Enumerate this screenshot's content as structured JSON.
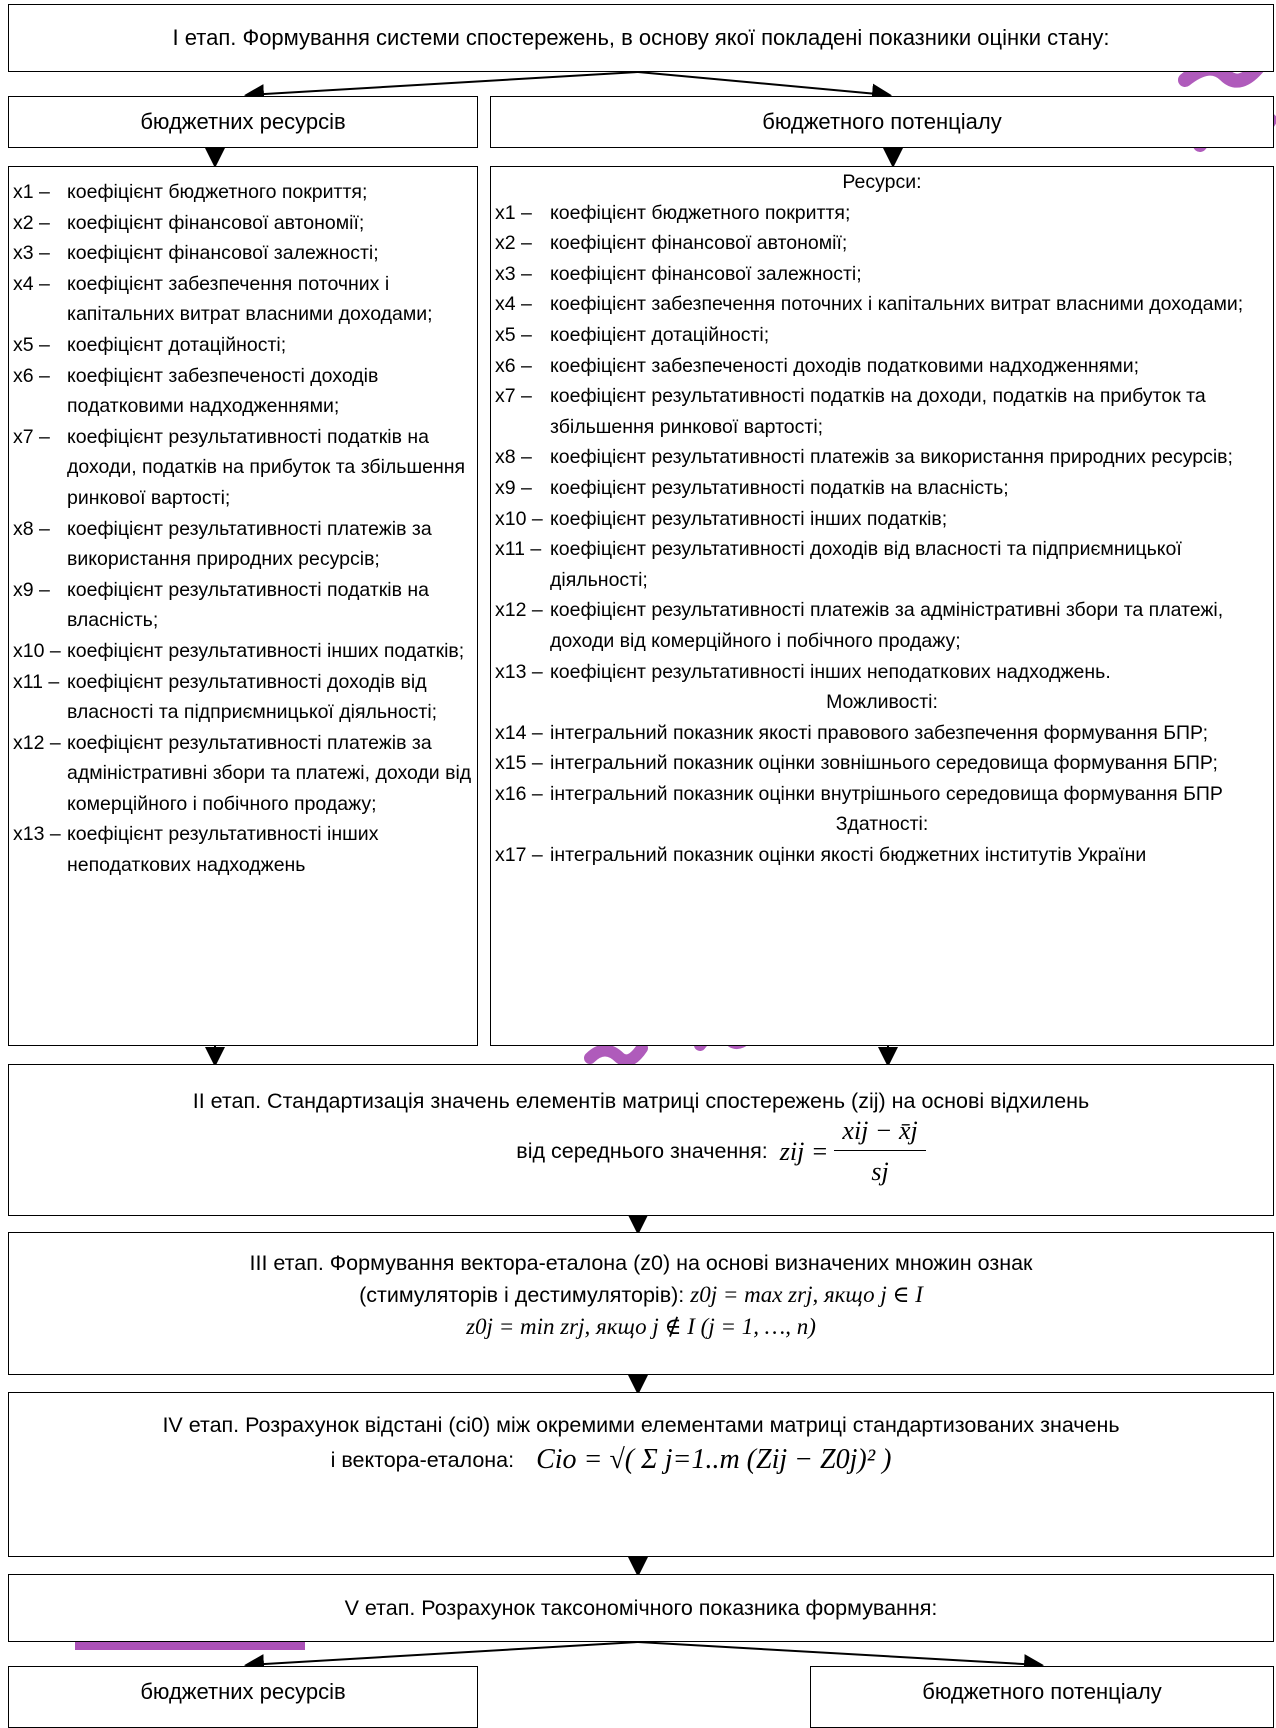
{
  "stage1": {
    "title": "І етап. Формування системи спостережень, в основу якої покладені показники оцінки стану:",
    "left_header": "бюджетних ресурсів",
    "right_header": "бюджетного потенціалу"
  },
  "left_list": [
    {
      "key": "x1 –",
      "text": "коефіцієнт  бюджетного покриття;"
    },
    {
      "key": "x2 –",
      "text": "коефіцієнт фінансової автономії;"
    },
    {
      "key": "x3 –",
      "text": "коефіцієнт фінансової залежності;"
    },
    {
      "key": "x4 –",
      "text": "коефіцієнт забезпечення поточних і капітальних витрат власними доходами;"
    },
    {
      "key": "x5 –",
      "text": "коефіцієнт дотаційності;"
    },
    {
      "key": "x6 –",
      "text": "коефіцієнт  забезпеченості доходів податковими надходженнями;"
    },
    {
      "key": "x7 –",
      "text": "коефіцієнт результативності податків на доходи, податків на прибуток та збільшення ринкової вартості;"
    },
    {
      "key": "x8 –",
      "text": "коефіцієнт результативності платежів за використання природних ресурсів;"
    },
    {
      "key": "x9 –",
      "text": "коефіцієнт результативності податків на власність;"
    },
    {
      "key": "x10 –",
      "text": "коефіцієнт результативності інших податків;"
    },
    {
      "key": "x11 –",
      "text": "коефіцієнт результативності  доходів від власності та підприємницької діяльності;"
    },
    {
      "key": "x12 –",
      "text": "коефіцієнт результативності платежів за адміністративні збори та платежі, доходи від комерційного і побічного продажу;"
    },
    {
      "key": "x13 –",
      "text": "коефіцієнт результативності інших неподаткових надходжень"
    }
  ],
  "right_list": {
    "resources_title": "Ресурси:",
    "resources": [
      {
        "key": "x1 –",
        "text": "коефіцієнт  бюджетного покриття;"
      },
      {
        "key": "x2 –",
        "text": "коефіцієнт фінансової автономії;"
      },
      {
        "key": "x3 –",
        "text": "коефіцієнт фінансової залежності;"
      },
      {
        "key": "x4 –",
        "text": "коефіцієнт забезпечення поточних і капітальних витрат власними доходами;"
      },
      {
        "key": "x5 –",
        "text": "коефіцієнт дотаційності;"
      },
      {
        "key": "x6 –",
        "text": "коефіцієнт  забезпеченості доходів податковими надходженнями;"
      },
      {
        "key": "x7 –",
        "text": "коефіцієнт результативності податків на доходи, податків на прибуток та збільшення ринкової вартості;"
      },
      {
        "key": "x8 –",
        "text": "коефіцієнт результативності платежів за використання природних ресурсів;"
      },
      {
        "key": "x9 –",
        "text": "коефіцієнт результативності податків на власність;"
      },
      {
        "key": "x10 –",
        "text": "коефіцієнт результативності інших податків;"
      },
      {
        "key": "x11 –",
        "text": "коефіцієнт результативності  доходів від власності та підприємницької діяльності;"
      },
      {
        "key": "x12 –",
        "text": "коефіцієнт результативності платежів за адміністративні збори та платежі, доходи від комерційного і побічного продажу;"
      },
      {
        "key": "x13 –",
        "text": "коефіцієнт результативності інших неподаткових надходжень."
      }
    ],
    "opportunities_title": "Можливості:",
    "opportunities": [
      {
        "key": "x14 –",
        "text": "інтегральний показник якості правового забезпечення формування БПР;"
      },
      {
        "key": "x15 –",
        "text": "інтегральний показник оцінки зовнішнього середовища формування БПР;"
      },
      {
        "key": "x16 –",
        "text": "інтегральний показник оцінки внутрішнього середовища формування БПР"
      }
    ],
    "abilities_title": "Здатності:",
    "abilities": [
      {
        "key": "x17 –",
        "text": "інтегральний показник оцінки якості бюджетних інститутів України"
      }
    ]
  },
  "stage2": {
    "line1": "ІІ етап. Стандартизація значень елементів матриці спостережень (zij) на основі відхилень",
    "line2_prefix": "від середнього значення:",
    "formula_lhs": "zij =",
    "formula_num": "xij − x̄j",
    "formula_den": "sj"
  },
  "stage3": {
    "line1": "ІІІ етап. Формування вектора-еталона (z0) на основі визначених множин ознак",
    "line2_prefix": "(стимуляторів і дестимуляторів):",
    "line2_formula": "z0j = max zrj, якщо j ∈ I",
    "line3_formula": "z0j = min zrj, якщо j ∉ I (j = 1, …, n)"
  },
  "stage4": {
    "line1": "IV етап. Розрахунок відстані (ci0) між окремими елементами матриці стандартизованих значень",
    "line2_prefix": "і вектора-еталона:",
    "formula": "Cio = √( Σ j=1..m (Zij − Z0j)² )"
  },
  "stage5": {
    "title": "V етап. Розрахунок таксономічного показника формування:",
    "left_header": "бюджетних ресурсів",
    "right_header": "бюджетного потенціалу"
  },
  "colors": {
    "watermark": "#a23fb0",
    "border": "#000000"
  }
}
